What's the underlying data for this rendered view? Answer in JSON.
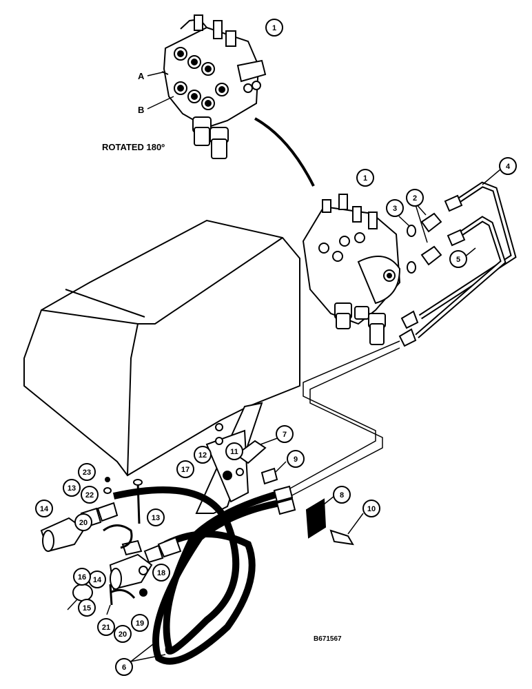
{
  "diagram": {
    "rotation_note": "ROTATED 180º",
    "drawing_number": "B671567",
    "port_labels": {
      "a": "A",
      "b": "B"
    },
    "callouts": [
      "1",
      "1",
      "2",
      "3",
      "4",
      "5",
      "6",
      "7",
      "8",
      "9",
      "10",
      "11",
      "12",
      "13",
      "13",
      "14",
      "14",
      "15",
      "16",
      "17",
      "18",
      "19",
      "20",
      "20",
      "21",
      "22",
      "23"
    ]
  }
}
